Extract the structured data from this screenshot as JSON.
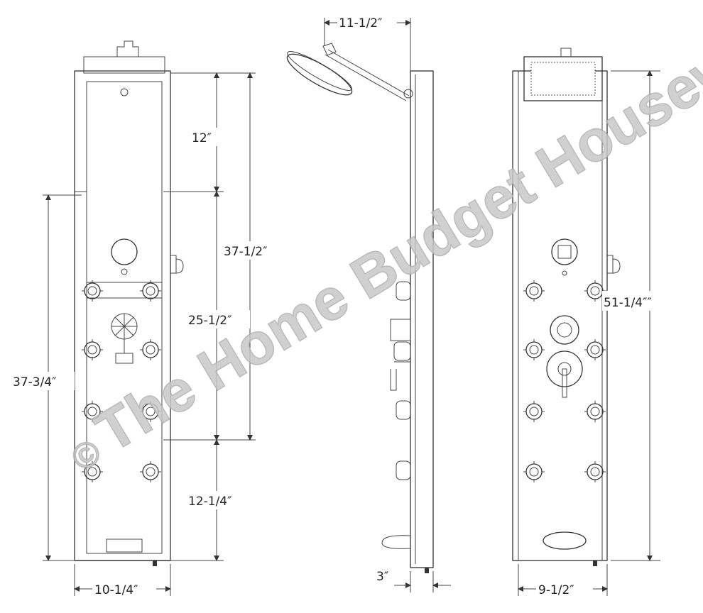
{
  "dimensions": {
    "shower_arm_reach": "11-1/2″",
    "top_to_upper_jets": "12″",
    "top_to_lower_mark": "37-1/2″",
    "middle_section": "25-1/2″",
    "side_inlet_height": "37-3/4″",
    "bottom_section": "12-1/4″",
    "back_width": "10-1/4″",
    "depth": "3″",
    "front_width": "9-1/2″",
    "total_height": "51-1/4″″"
  },
  "watermark": {
    "copyright": "©",
    "text": "The Home Budget Houseware"
  },
  "colors": {
    "line": "#333333",
    "watermark": "#c8c8c8"
  }
}
